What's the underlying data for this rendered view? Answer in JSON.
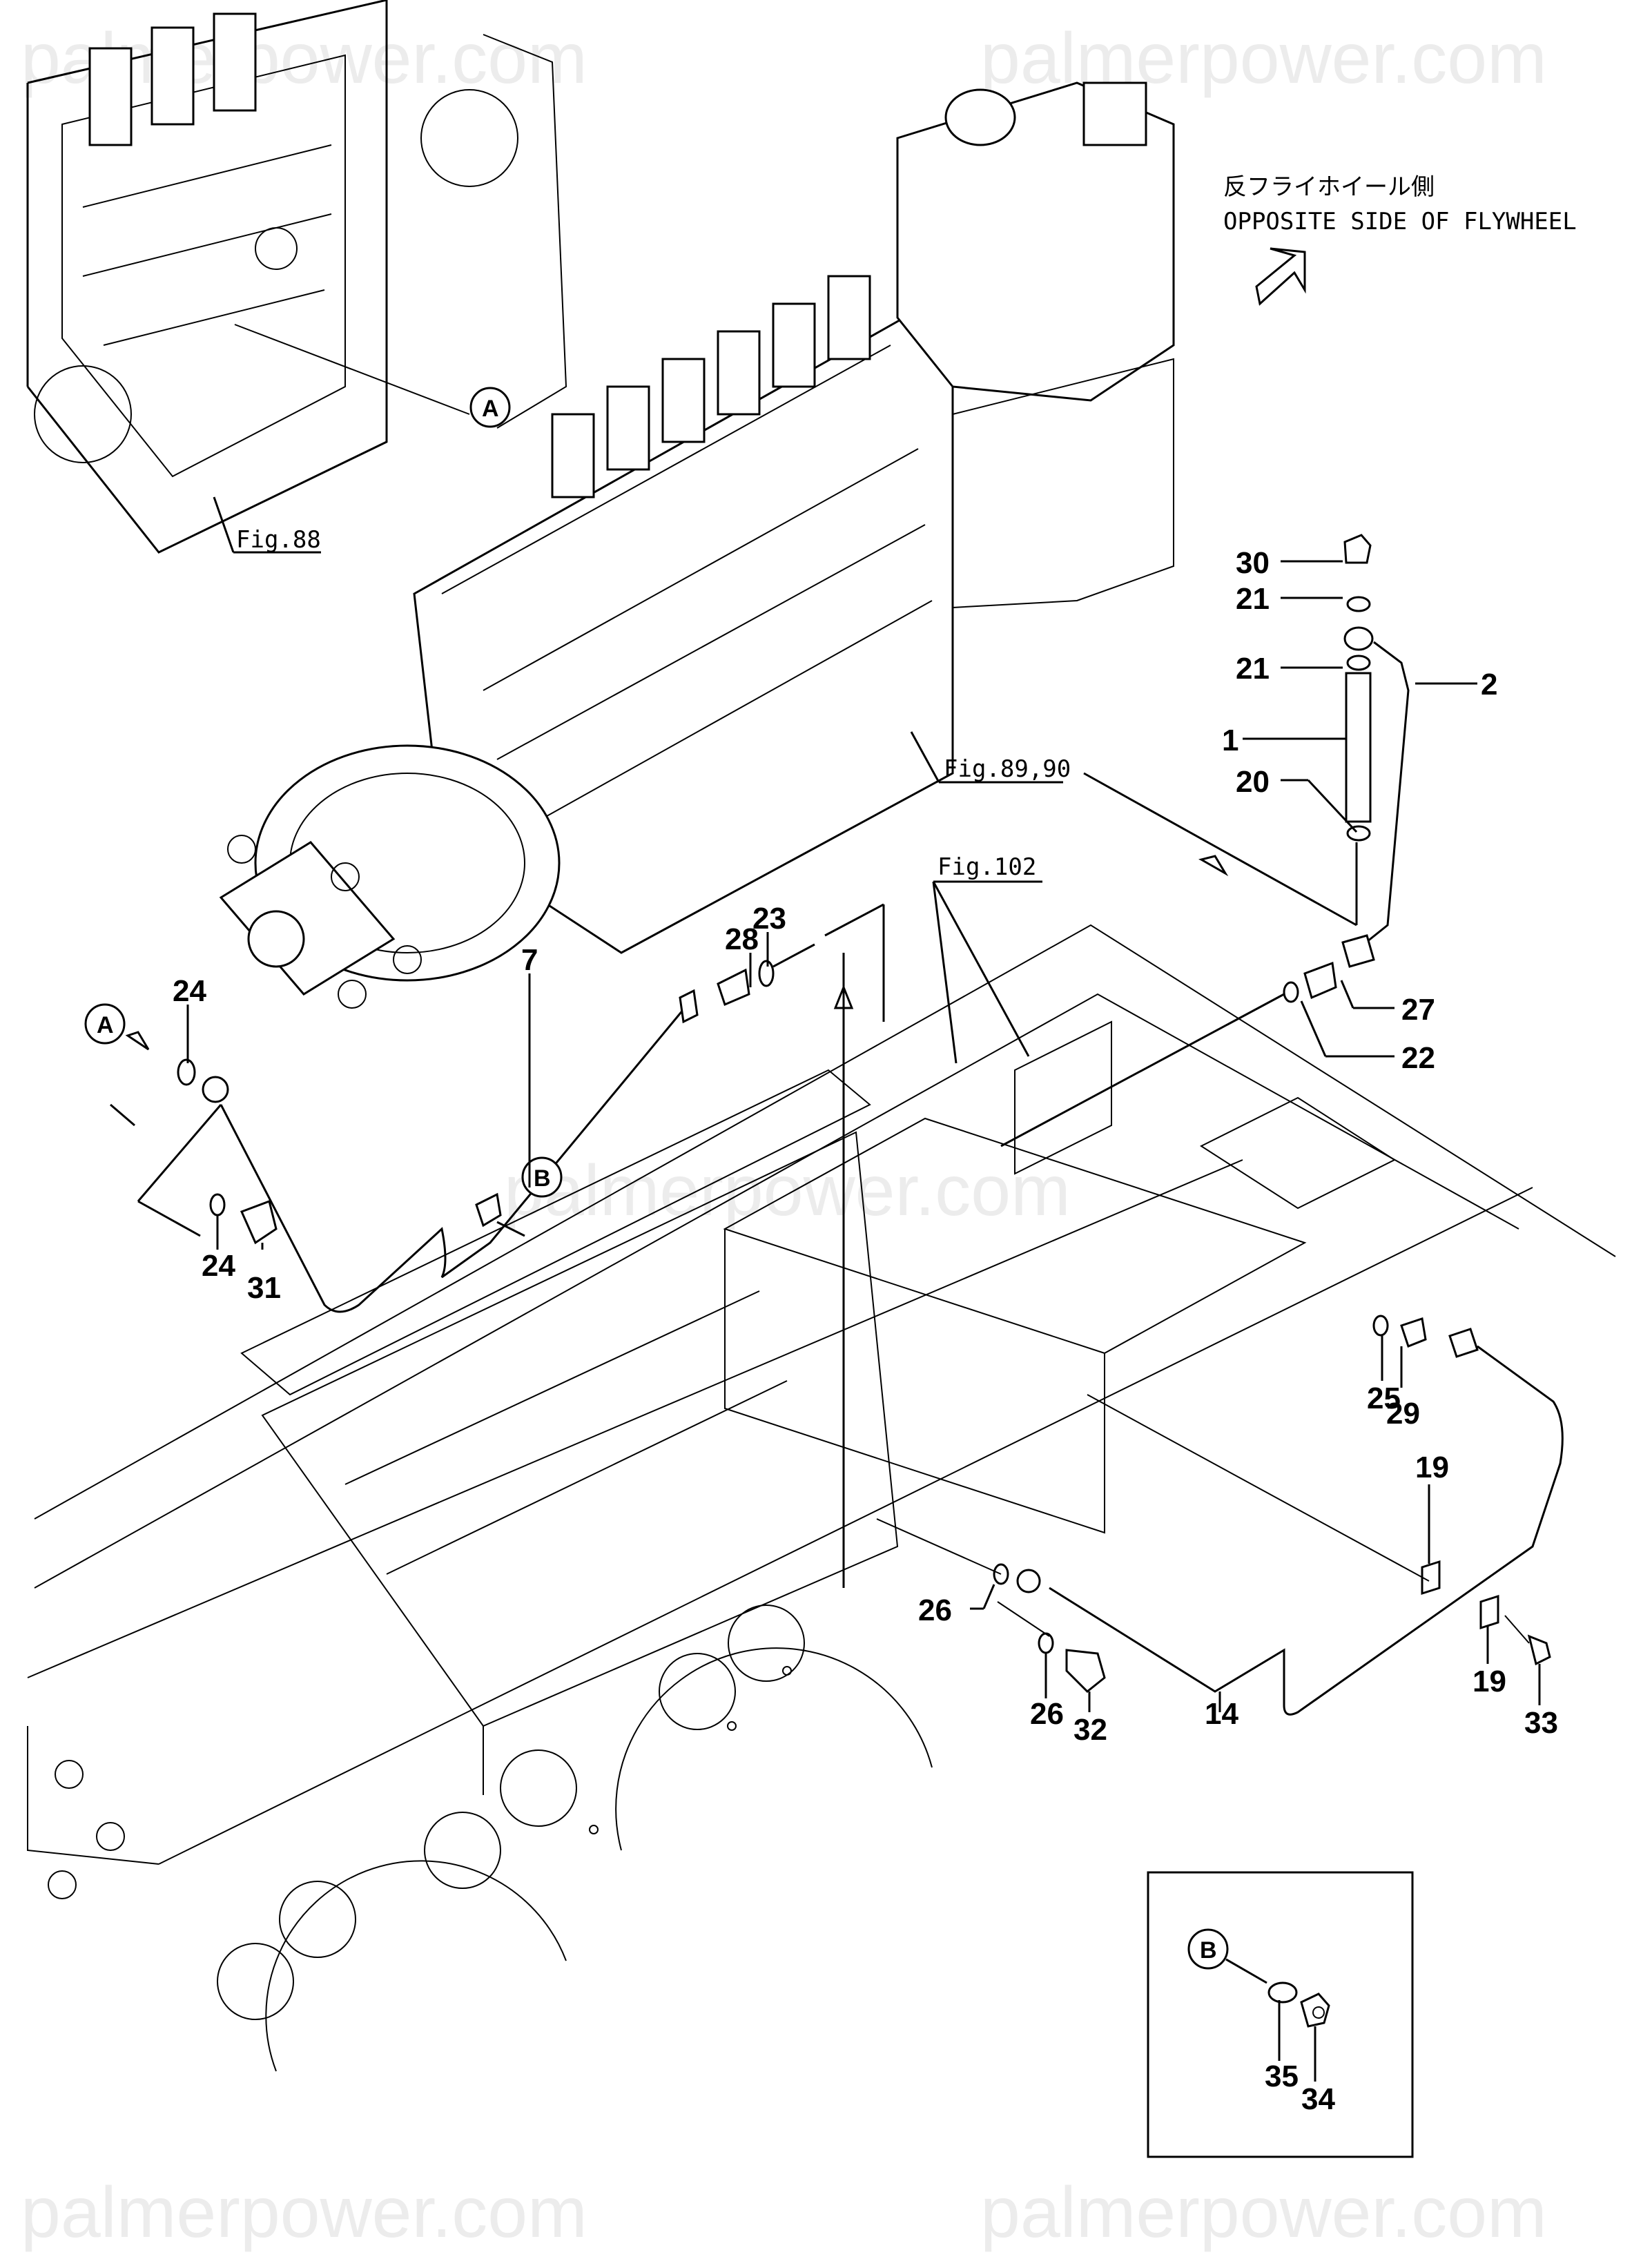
{
  "watermark": "palmerpower.com",
  "direction_note": {
    "japanese": "反フライホイール側",
    "english": "OPPOSITE SIDE OF FLYWHEEL"
  },
  "figure_refs": {
    "fig88": "Fig.88",
    "fig89_90": "Fig.89,90",
    "fig102": "Fig.102"
  },
  "callouts": {
    "a": "A",
    "b": "B"
  },
  "part_numbers": {
    "p1": "1",
    "p2": "2",
    "p7": "7",
    "p14": "14",
    "p19a": "19",
    "p19b": "19",
    "p20": "20",
    "p21a": "21",
    "p21b": "21",
    "p22": "22",
    "p23": "23",
    "p24a": "24",
    "p24b": "24",
    "p25": "25",
    "p26a": "26",
    "p26b": "26",
    "p27": "27",
    "p28": "28",
    "p29": "29",
    "p30": "30",
    "p31": "31",
    "p32": "32",
    "p33": "33",
    "p34": "34",
    "p35": "35"
  },
  "detail_box": {
    "callout": "B",
    "parts": [
      "35",
      "34"
    ]
  }
}
